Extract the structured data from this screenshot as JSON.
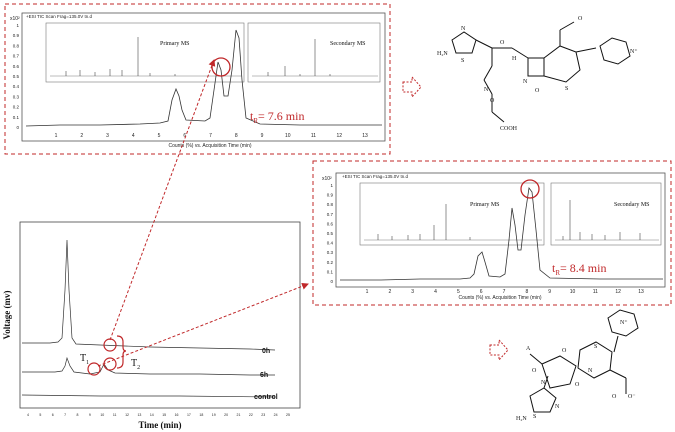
{
  "top_panel": {
    "header": "+ESI TIC Scan Frag=135.0V tn.d",
    "y_exp": "x10²",
    "y_ticks": [
      "1",
      "0.9",
      "0.8",
      "0.7",
      "0.6",
      "0.5",
      "0.4",
      "0.3",
      "0.2",
      "0.1",
      "0"
    ],
    "x_ticks": [
      "1",
      "2",
      "3",
      "4",
      "5",
      "6",
      "7",
      "8",
      "9",
      "10",
      "11",
      "12",
      "13"
    ],
    "x_label": "Counts (%) vs. Acquisition Time (min)",
    "primary_label": "Primary MS",
    "secondary_label": "Secondary MS",
    "tr_main": "t",
    "tr_sub": "R",
    "tr_value": "= 7.6 min"
  },
  "right_panel": {
    "header": "+ESI TIC Scan Frag=135.0V tn.d",
    "y_exp": "x10²",
    "y_ticks": [
      "1",
      "0.9",
      "0.8",
      "0.7",
      "0.6",
      "0.5",
      "0.4",
      "0.3",
      "0.2",
      "0.1",
      "0"
    ],
    "x_ticks": [
      "1",
      "2",
      "3",
      "4",
      "5",
      "6",
      "7",
      "8",
      "9",
      "10",
      "11",
      "12",
      "13"
    ],
    "x_label": "Counts (%) vs. Acquisition Time (min)",
    "primary_label": "Primary MS",
    "secondary_label": "Secondary MS",
    "tr_main": "t",
    "tr_sub": "R",
    "tr_value": "= 8.4 min"
  },
  "main_chromatogram": {
    "y_label": "Voltage (mv)",
    "x_label": "Time (min)",
    "x_ticks": [
      "4",
      "5",
      "6",
      "7",
      "8",
      "9",
      "10",
      "11",
      "12",
      "13",
      "14",
      "15",
      "16",
      "17",
      "18",
      "19",
      "20",
      "21",
      "22",
      "23",
      "24",
      "25"
    ],
    "trace_labels": [
      "0h",
      "6h",
      "control"
    ],
    "t1_main": "T",
    "t1_sub": "1",
    "t2_main": "T",
    "t2_sub": "2"
  },
  "structures": {
    "top_atoms": [
      "H₂N",
      "S",
      "N",
      "O",
      "N",
      "H",
      "N",
      "O",
      "S",
      "O",
      "O",
      "COOH",
      "N⁺"
    ],
    "bottom_atoms": [
      "H₂N",
      "S",
      "N",
      "O",
      "N",
      "O",
      "S",
      "O",
      "N",
      "O",
      "O⁻",
      "N⁺",
      "A"
    ]
  },
  "colors": {
    "accent": "#c0282a",
    "trace": "#333333",
    "frame": "#555555"
  }
}
